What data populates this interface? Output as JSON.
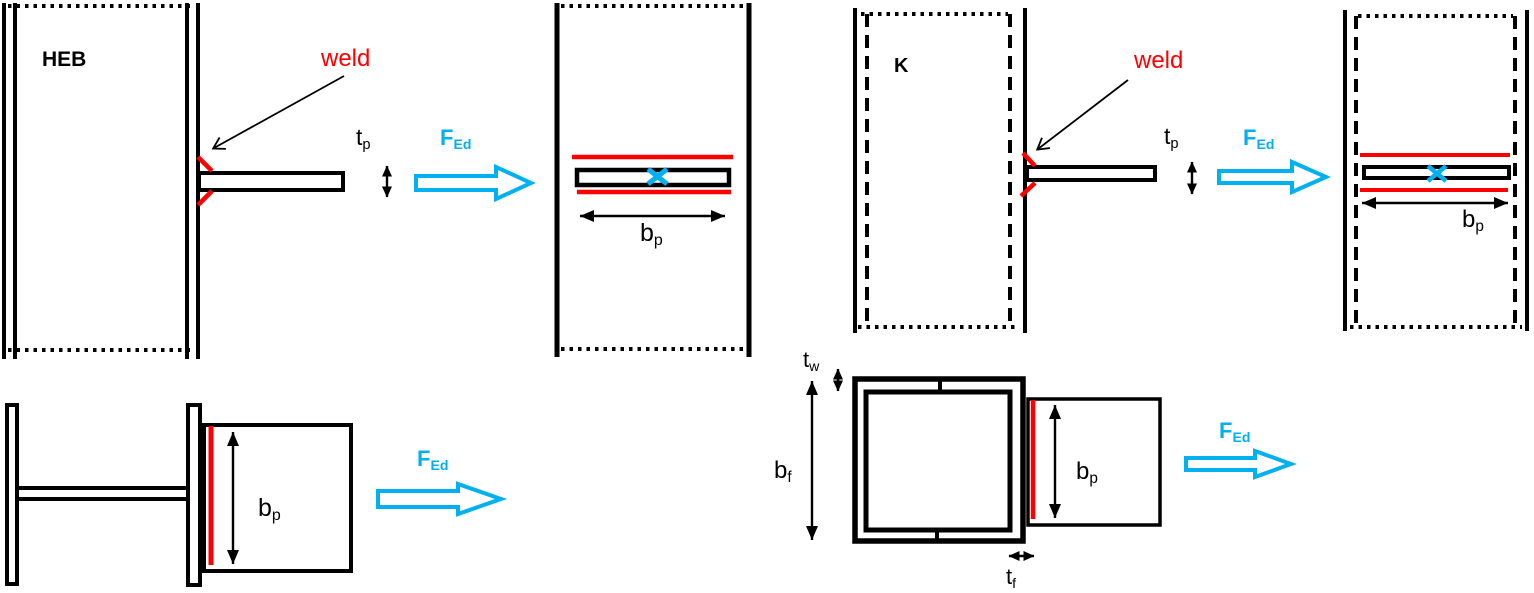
{
  "colors": {
    "force_accent": "#00B0F0",
    "weld_red": "#FF0000",
    "line_black": "#000000"
  },
  "diagrams": {
    "heb_side_view": {
      "title": "HEB",
      "weld_label": "weld",
      "plate_thickness": {
        "main": "t",
        "sub": "p"
      },
      "force": {
        "main": "F",
        "sub": "Ed"
      }
    },
    "heb_face_view": {
      "plate_width": {
        "main": "b",
        "sub": "p"
      }
    },
    "heb_plan_view": {
      "plate_width": {
        "main": "b",
        "sub": "p"
      },
      "force": {
        "main": "F",
        "sub": "Ed"
      }
    },
    "k_side_view": {
      "title": "K",
      "weld_label": "weld",
      "plate_thickness": {
        "main": "t",
        "sub": "p"
      },
      "force": {
        "main": "F",
        "sub": "Ed"
      }
    },
    "k_face_view": {
      "plate_width": {
        "main": "b",
        "sub": "p"
      }
    },
    "k_section_view": {
      "web_thickness": {
        "main": "t",
        "sub": "w"
      },
      "flange_width": {
        "main": "b",
        "sub": "f"
      },
      "plate_width": {
        "main": "b",
        "sub": "p"
      },
      "flange_thickness": {
        "main": "t",
        "sub": "f"
      },
      "force": {
        "main": "F",
        "sub": "Ed"
      }
    }
  }
}
